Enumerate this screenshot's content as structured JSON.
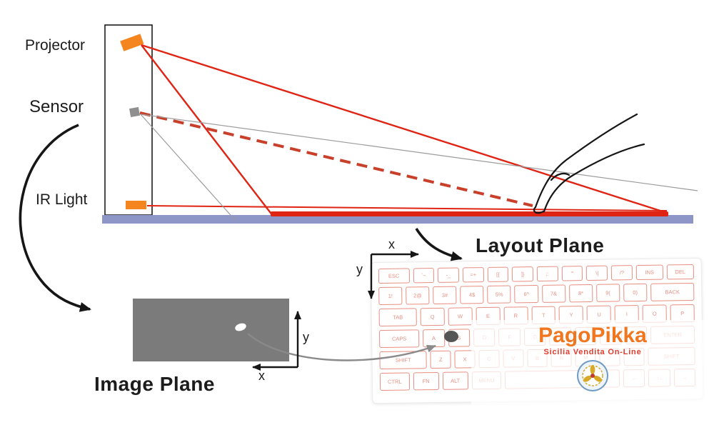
{
  "labels": {
    "projector": "Projector",
    "sensor": "Sensor",
    "ir_light": "IR Light",
    "layout_plane": "Layout Plane",
    "image_plane": "Image Plane"
  },
  "axes": {
    "layout_x": "x",
    "layout_y": "y",
    "image_x": "x",
    "image_y": "y"
  },
  "keyboard": {
    "rows": [
      {
        "h": 21,
        "keys": [
          {
            "t": "ESC",
            "w": 1.5
          },
          {
            "t": "`~",
            "w": 1
          },
          {
            "t": "-_",
            "w": 1
          },
          {
            "t": "=+",
            "w": 1
          },
          {
            "t": "[{",
            "w": 1
          },
          {
            "t": "]}",
            "w": 1
          },
          {
            "t": ";:",
            "w": 1
          },
          {
            "t": "'\"",
            "w": 1
          },
          {
            "t": "\\|",
            "w": 1
          },
          {
            "t": "/?",
            "w": 1
          },
          {
            "t": "INS",
            "w": 1.3
          },
          {
            "t": "DEL",
            "w": 1.3
          }
        ]
      },
      {
        "h": 25,
        "keys": [
          {
            "t": "1!",
            "w": 1
          },
          {
            "t": "2@",
            "w": 1
          },
          {
            "t": "3#",
            "w": 1
          },
          {
            "t": "4$",
            "w": 1
          },
          {
            "t": "5%",
            "w": 1
          },
          {
            "t": "6^",
            "w": 1
          },
          {
            "t": "7&",
            "w": 1
          },
          {
            "t": "8*",
            "w": 1
          },
          {
            "t": "9(",
            "w": 1
          },
          {
            "t": "0)",
            "w": 1
          },
          {
            "t": "BACK",
            "w": 1.9
          }
        ]
      },
      {
        "h": 25,
        "keys": [
          {
            "t": "TAB",
            "w": 1.6
          },
          {
            "t": "Q",
            "w": 1
          },
          {
            "t": "W",
            "w": 1
          },
          {
            "t": "E",
            "w": 1
          },
          {
            "t": "R",
            "w": 1
          },
          {
            "t": "T",
            "w": 1
          },
          {
            "t": "Y",
            "w": 1
          },
          {
            "t": "U",
            "w": 1
          },
          {
            "t": "I",
            "w": 1
          },
          {
            "t": "O",
            "w": 1
          },
          {
            "t": "P",
            "w": 1
          }
        ]
      },
      {
        "h": 25,
        "keys": [
          {
            "t": "CAPS",
            "w": 1.9
          },
          {
            "t": "A",
            "w": 1
          },
          {
            "t": "S",
            "w": 1
          },
          {
            "t": "D",
            "w": 1
          },
          {
            "t": "F",
            "w": 1
          },
          {
            "t": "G",
            "w": 1
          },
          {
            "t": "H",
            "w": 1
          },
          {
            "t": "J",
            "w": 1
          },
          {
            "t": "K",
            "w": 1
          },
          {
            "t": "L",
            "w": 1
          },
          {
            "t": "ENTER",
            "w": 2.1
          }
        ]
      },
      {
        "h": 25,
        "keys": [
          {
            "t": "SHIFT",
            "w": 2.4
          },
          {
            "t": "Z",
            "w": 1
          },
          {
            "t": "X",
            "w": 1
          },
          {
            "t": "C",
            "w": 1
          },
          {
            "t": "V",
            "w": 1
          },
          {
            "t": "B",
            "w": 1
          },
          {
            "t": "N",
            "w": 1
          },
          {
            "t": "M",
            "w": 1
          },
          {
            "t": ",<",
            "w": 1
          },
          {
            "t": ".>",
            "w": 1
          },
          {
            "t": "SHIFT",
            "w": 2.4
          }
        ]
      },
      {
        "h": 25,
        "keys": [
          {
            "t": "CTRL",
            "w": 1.4
          },
          {
            "t": "FN",
            "w": 1.2
          },
          {
            "t": "ALT",
            "w": 1.2
          },
          {
            "t": "MENU",
            "w": 1.4
          },
          {
            "t": "",
            "w": 5.6
          },
          {
            "t": "←",
            "w": 1
          },
          {
            "t": "↑↓",
            "w": 1
          },
          {
            "t": "→",
            "w": 1
          }
        ]
      }
    ]
  },
  "watermark": {
    "brand": "PagoPikka",
    "tagline": "Sicilia Vendita On-Line"
  },
  "colors": {
    "accent_red": "#e02414",
    "dash_red": "#c8402a",
    "bar_blue": "#8e96c8",
    "device_orange": "#f5851f",
    "key_red": "#e0705f",
    "brand_orange": "#f0761f",
    "tagline_red": "#e23b2e",
    "image_plane_gray": "#7b7b7b"
  }
}
